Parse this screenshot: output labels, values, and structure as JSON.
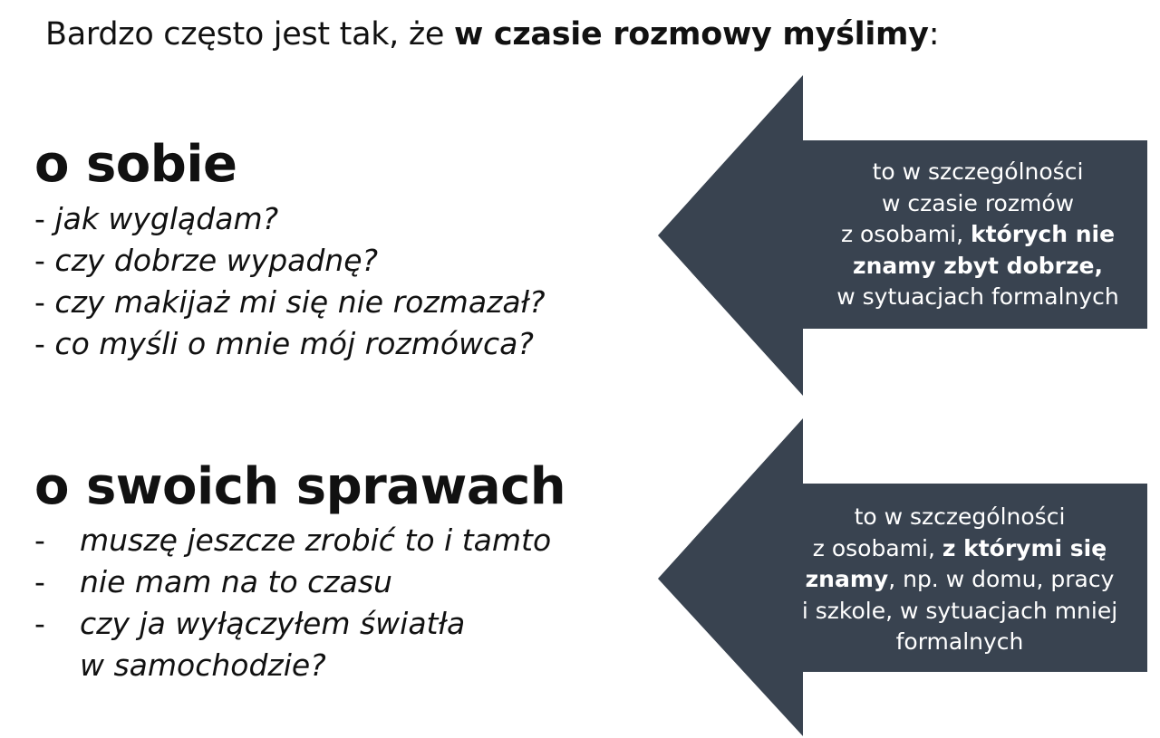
{
  "title": {
    "prefix": "Bardzo często jest tak, że ",
    "bold": "w czasie rozmowy myślimy",
    "suffix": ":"
  },
  "section1": {
    "heading": "o sobie",
    "items": [
      "jak wyglądam?",
      "czy dobrze wypadnę?",
      "czy makijaż mi się nie rozmazał?",
      "co myśli o mnie mój rozmówca?"
    ],
    "arrow": {
      "line1": "to w szczególności",
      "line2": "w czasie rozmów",
      "line3_normal": "z osobami, ",
      "line3_bold": "których nie",
      "line4_bold": "znamy zbyt dobrze,",
      "line5": "w sytuacjach formalnych"
    }
  },
  "section2": {
    "heading": "o swoich sprawach",
    "items": [
      "muszę jeszcze zrobić to i tamto",
      "nie mam na to czasu",
      "czy ja wyłączyłem światła",
      "w samochodzie?"
    ],
    "arrow": {
      "line1": "to w szczególności",
      "line2_normal": "z osobami, ",
      "line2_bold": "z którymi się",
      "line3_bold": "znamy",
      "line3_normal": ", np. w domu, pracy",
      "line4": "i szkole, w sytuacjach mniej",
      "line5": "formalnych"
    }
  },
  "dash": "-",
  "colors": {
    "arrow": "#394350",
    "text": "#111111"
  }
}
